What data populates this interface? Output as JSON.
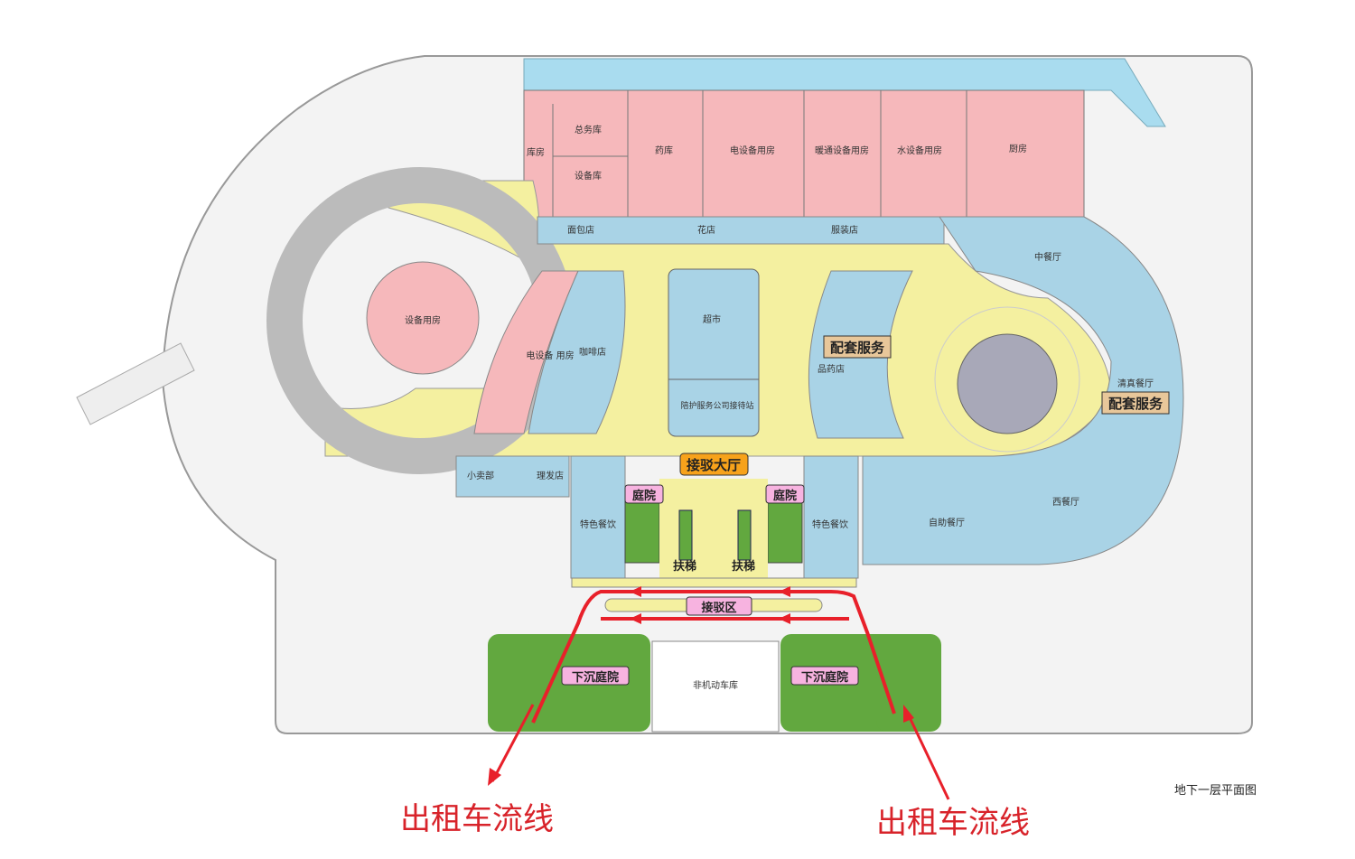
{
  "colors": {
    "storage": "#f6b8bb",
    "shop": "#a9d3e6",
    "corridor": "#f4f0a0",
    "garden": "#62a83f",
    "parking": "#f2f2f2",
    "highlight_orange": "#f7a21b",
    "highlight_pink": "#f7b3e0",
    "highlight_tan": "#e8c79a",
    "taxi_route": "#e8202a",
    "water": "#a9dcef"
  },
  "rooms": {
    "kufang": "库房",
    "zongwuku": "总务库",
    "shebeiku": "设备库",
    "yaoku": "药库",
    "dian_shebei": "电设备用房",
    "nuantong": "暖通设备用房",
    "shui_shebei": "水设备用房",
    "chufang": "厨房",
    "mianbao": "面包店",
    "huadian": "花店",
    "fuzhuang": "服装店",
    "zhongcan": "中餐厅",
    "shebei_yongfang": "设备用房",
    "dian_shebei_2": "电设备\n用房",
    "kafei": "咖啡店",
    "chaoshi": "超市",
    "peihu": "陪护服务公司接待站",
    "pinyao": "品药店",
    "qingzhen": "清真餐厅",
    "xiaomai": "小卖部",
    "lifa": "理发店",
    "tese_left": "特色餐饮",
    "tese_right": "特色餐饮",
    "zizhu": "自助餐厅",
    "xican": "西餐厅",
    "feijidong": "非机动车库"
  },
  "tags": {
    "peitao_1": "配套服务",
    "peitao_2": "配套服务",
    "jiebo_dating": "接驳大厅",
    "tingyuan_left": "庭院",
    "tingyuan_right": "庭院",
    "futi_left": "扶梯",
    "futi_right": "扶梯",
    "jiebo_qu": "接驳区",
    "xiachen_left": "下沉庭院",
    "xiachen_right": "下沉庭院"
  },
  "annotations": {
    "taxi_left": "出租车流线",
    "taxi_right": "出租车流线"
  },
  "caption": "地下一层平面图"
}
